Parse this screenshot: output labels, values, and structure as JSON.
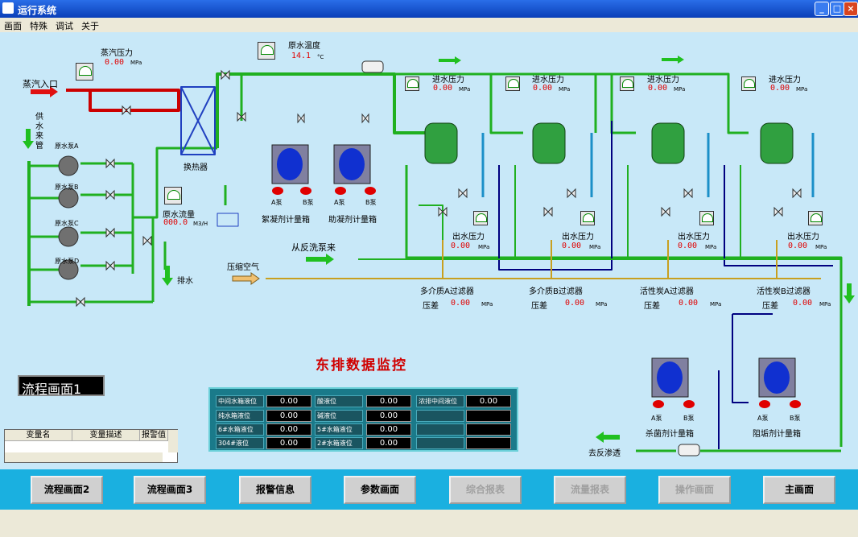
{
  "window": {
    "title": "运行系统"
  },
  "menu": [
    "画面",
    "特殊",
    "调试",
    "关于"
  ],
  "steam": {
    "label": "蒸汽压力",
    "value": "0.00",
    "unit": "MPa",
    "inlet": "蒸汽入口"
  },
  "supply_label": [
    "供",
    "水",
    "来",
    "管"
  ],
  "pumps": [
    "原水泵A",
    "原水泵B",
    "原水泵C",
    "原水泵D"
  ],
  "heat_exchanger": "换热器",
  "raw_temp": {
    "label": "原水温度",
    "value": "14.1",
    "unit": "°C"
  },
  "raw_flow": {
    "label": "原水流量",
    "value": "000.0",
    "unit": "M3/H"
  },
  "drain": "排水",
  "dosing_top": [
    {
      "name": "絮凝剂计量箱",
      "pump_a": "A泵",
      "pump_b": "B泵"
    },
    {
      "name": "助凝剂计量箱",
      "pump_a": "A泵",
      "pump_b": "B泵"
    }
  ],
  "backwash": "从反洗泵来",
  "compressed_air": "压缩空气",
  "filters": [
    {
      "in_label": "进水压力",
      "in_value": "0.00",
      "out_label": "出水压力",
      "out_value": "0.00",
      "unit": "MPa",
      "name": "多介质A过滤器",
      "dp_label": "压差",
      "dp_value": "0.00"
    },
    {
      "in_label": "进水压力",
      "in_value": "0.00",
      "out_label": "出水压力",
      "out_value": "0.00",
      "unit": "MPa",
      "name": "多介质B过滤器",
      "dp_label": "压差",
      "dp_value": "0.00"
    },
    {
      "in_label": "进水压力",
      "in_value": "0.00",
      "out_label": "出水压力",
      "out_value": "0.00",
      "unit": "MPa",
      "name": "活性炭A过滤器",
      "dp_label": "压差",
      "dp_value": "0.00"
    },
    {
      "in_label": "进水压力",
      "in_value": "0.00",
      "out_label": "出水压力",
      "out_value": "0.00",
      "unit": "MPa",
      "name": "活性炭B过滤器",
      "dp_label": "压差",
      "dp_value": "0.00"
    }
  ],
  "process_panel": "流程画面1",
  "monitor": {
    "title": "东排数据监控",
    "rows": [
      [
        {
          "label": "中间水箱液位",
          "value": "0.00"
        },
        {
          "label": "酸液位",
          "value": "0.00"
        },
        {
          "label": "浓排中间液位",
          "value": "0.00"
        }
      ],
      [
        {
          "label": "纯水箱液位",
          "value": "0.00"
        },
        {
          "label": "碱液位",
          "value": "0.00"
        }
      ],
      [
        {
          "label": "6#水箱液位",
          "value": "0.00"
        },
        {
          "label": "5#水箱液位",
          "value": "0.00"
        }
      ],
      [
        {
          "label": "304#液位",
          "value": "0.00"
        },
        {
          "label": "2#水箱液位",
          "value": "0.00"
        }
      ]
    ]
  },
  "dosing_bottom": [
    {
      "name": "杀菌剂计量箱",
      "pump_a": "A泵",
      "pump_b": "B泵"
    },
    {
      "name": "阻垢剂计量箱",
      "pump_a": "A泵",
      "pump_b": "B泵"
    }
  ],
  "to_ro": "去反渗透",
  "var_table": {
    "headers": [
      "变量名",
      "变量描述",
      "报警值"
    ]
  },
  "nav": [
    {
      "label": "流程画面2",
      "enabled": true
    },
    {
      "label": "流程画面3",
      "enabled": true
    },
    {
      "label": "报警信息",
      "enabled": true
    },
    {
      "label": "参数画面",
      "enabled": true
    },
    {
      "label": "综合报表",
      "enabled": false
    },
    {
      "label": "流量报表",
      "enabled": false
    },
    {
      "label": "操作画面",
      "enabled": false
    },
    {
      "label": "主画面",
      "enabled": true
    }
  ]
}
